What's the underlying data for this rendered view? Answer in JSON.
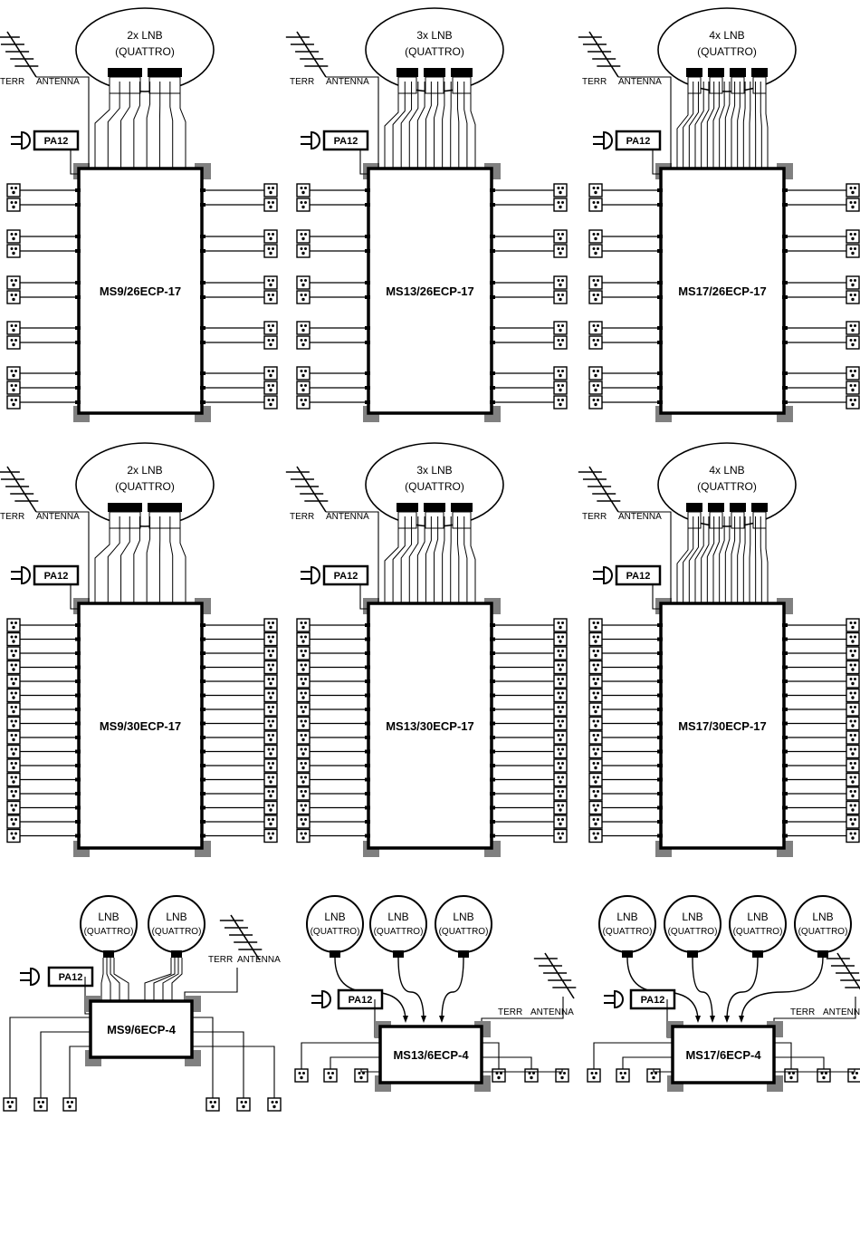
{
  "labels": {
    "terr": "TERR",
    "antenna": "ANTENNA",
    "pa": "PA12",
    "lnb": "LNB",
    "quattro": "(QUATTRO)",
    "lnb_2x": "2x LNB",
    "lnb_3x": "3x LNB",
    "lnb_4x": "4x LNB",
    "quattro_paren": "(QUATTRO)"
  },
  "models": {
    "ms9_26": "MS9/26ECP-17",
    "ms13_26": "MS13/26ECP-17",
    "ms17_26": "MS17/26ECP-17",
    "ms9_30": "MS9/30ECP-17",
    "ms13_30": "MS13/30ECP-17",
    "ms17_30": "MS17/30ECP-17",
    "ms9_6": "MS9/6ECP-4",
    "ms13_6": "MS13/6ECP-4",
    "ms17_6": "MS17/6ECP-4"
  },
  "icons": [
    "antenna-icon",
    "power-plug-icon",
    "lnb-icon",
    "outlet-icon",
    "multiswitch-icon"
  ]
}
